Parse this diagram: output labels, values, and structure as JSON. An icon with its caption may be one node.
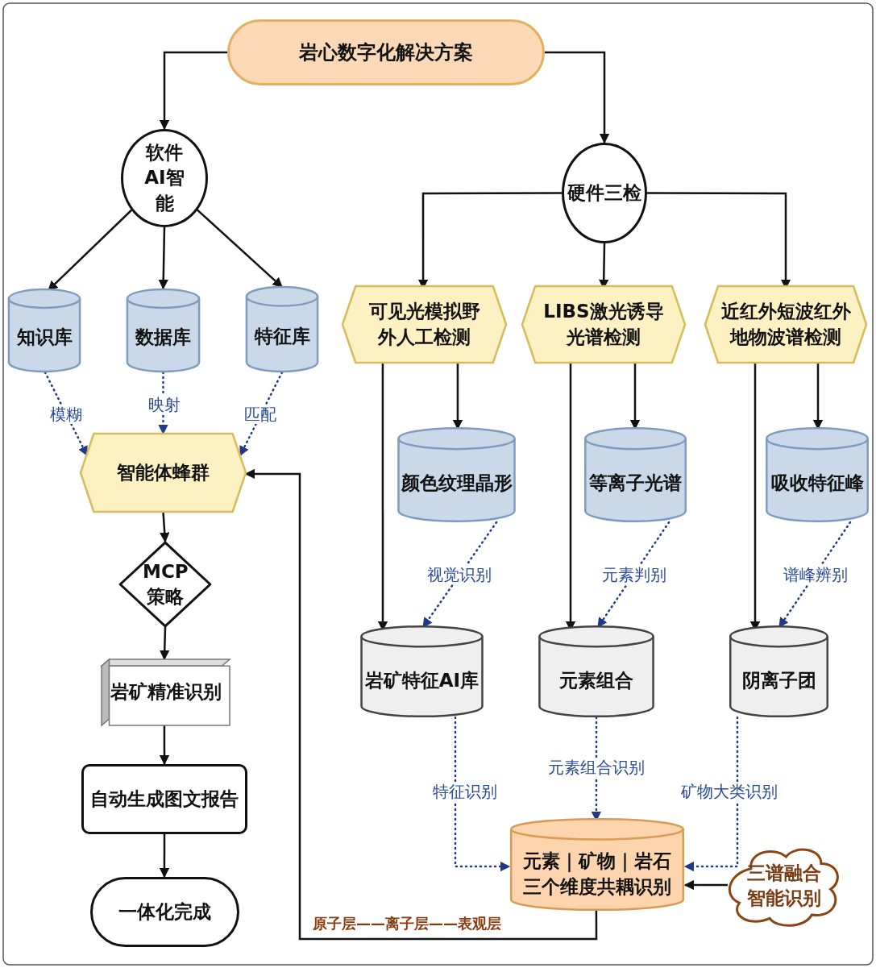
{
  "diagram": {
    "nodes": [
      {
        "text": [
          "岩心数字化解决方案"
        ]
      },
      {
        "text": [
          "软件AI智能"
        ]
      },
      {
        "text": [
          "硬件三检"
        ]
      },
      {
        "text": [
          "知识库"
        ]
      },
      {
        "text": [
          "数据库"
        ]
      },
      {
        "text": [
          "特征库"
        ]
      },
      {
        "text": [
          "可见光模拟野外人工检测"
        ]
      },
      {
        "text": [
          "LIBS激光诱导光谱检测"
        ]
      },
      {
        "text": [
          "近红外短波红外地物波谱检测"
        ]
      },
      {
        "text": [
          "智能体蜂群"
        ]
      },
      {
        "text": [
          "颜色纹理晶形"
        ]
      },
      {
        "text": [
          "等离子光谱"
        ]
      },
      {
        "text": [
          "吸收特征峰"
        ]
      },
      {
        "text": [
          "MCP策略"
        ]
      },
      {
        "text": [
          "岩矿特征AI库"
        ]
      },
      {
        "text": [
          "元素组合"
        ]
      },
      {
        "text": [
          "阴离子团"
        ]
      },
      {
        "text": [
          "岩矿精准识别"
        ]
      },
      {
        "text": [
          "自动生成图文报告"
        ]
      },
      {
        "text": [
          "元素｜矿物｜岩石",
          "三个维度共耦识别"
        ]
      },
      {
        "text": [
          "三谱融合智能识别"
        ]
      },
      {
        "text": [
          "一体化完成"
        ]
      }
    ],
    "edges": [
      {
        "from": 0,
        "to": 1,
        "arrow": "to"
      },
      {
        "from": 0,
        "to": 2,
        "arrow": "to"
      },
      {
        "from": 1,
        "to": 3,
        "arrow": "to"
      },
      {
        "from": 1,
        "to": 4,
        "arrow": "to"
      },
      {
        "from": 1,
        "to": 5,
        "arrow": "to"
      },
      {
        "from": 2,
        "to": 6,
        "arrow": "to"
      },
      {
        "from": 2,
        "to": 7,
        "arrow": "to"
      },
      {
        "from": 2,
        "to": 8,
        "arrow": "to"
      },
      {
        "from": 3,
        "to": 9,
        "arrow": "to",
        "label": "模糊",
        "style": "dashed",
        "color": "#1f3a8a"
      },
      {
        "from": 4,
        "to": 9,
        "arrow": "to",
        "label": "映射",
        "style": "dashed",
        "color": "#1f3a8a"
      },
      {
        "from": 5,
        "to": 9,
        "arrow": "to",
        "label": "匹配",
        "style": "dashed",
        "color": "#1f3a8a"
      },
      {
        "from": 9,
        "to": 13,
        "arrow": "to"
      },
      {
        "from": 13,
        "to": 17,
        "arrow": "to"
      },
      {
        "from": 17,
        "to": 18,
        "arrow": "to"
      },
      {
        "from": 18,
        "to": 21,
        "arrow": "to"
      },
      {
        "from": 6,
        "to": 10,
        "arrow": "to"
      },
      {
        "from": 6,
        "to": 14,
        "arrow": "to"
      },
      {
        "from": 7,
        "to": 11,
        "arrow": "to"
      },
      {
        "from": 7,
        "to": 15,
        "arrow": "to"
      },
      {
        "from": 8,
        "to": 12,
        "arrow": "to"
      },
      {
        "from": 8,
        "to": 16,
        "arrow": "to"
      },
      {
        "from": 10,
        "to": 14,
        "arrow": "to",
        "label": "视觉识别",
        "style": "dashed",
        "color": "#1f3a8a"
      },
      {
        "from": 11,
        "to": 15,
        "arrow": "to",
        "label": "元素判别",
        "style": "dashed",
        "color": "#1f3a8a"
      },
      {
        "from": 12,
        "to": 16,
        "arrow": "to",
        "label": "谱峰辨别",
        "style": "dashed",
        "color": "#1f3a8a"
      },
      {
        "from": 14,
        "to": 19,
        "arrow": "to",
        "label": "特征识别",
        "style": "dashed",
        "color": "#1f3a8a"
      },
      {
        "from": 15,
        "to": 19,
        "arrow": "to",
        "label": "元素组合识别",
        "style": "dashed",
        "color": "#1f3a8a"
      },
      {
        "from": 16,
        "to": 19,
        "arrow": "to",
        "label": "矿物大类识别",
        "style": "dashed",
        "color": "#1f3a8a"
      },
      {
        "from": 20,
        "to": 19,
        "arrow": "to"
      },
      {
        "from": 19,
        "to": 9,
        "arrow": "to",
        "label": "原子层——离子层——表观层"
      }
    ]
  }
}
